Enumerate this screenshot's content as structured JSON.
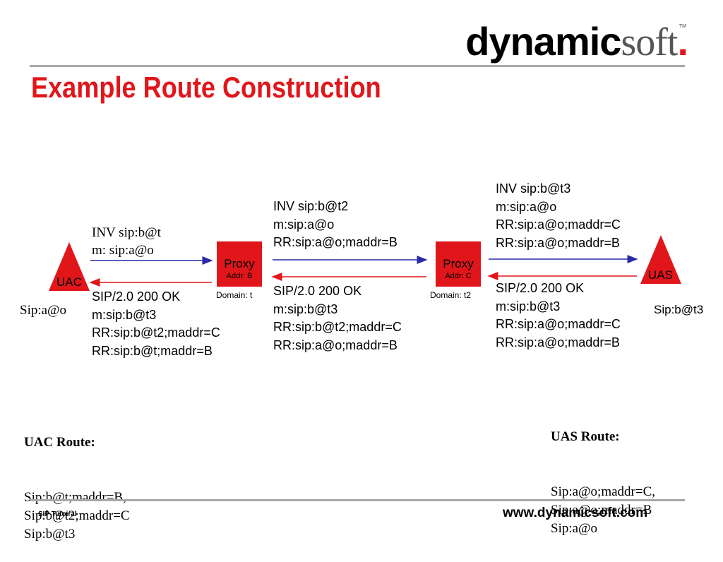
{
  "logo": {
    "bold": "dynamic",
    "soft": "soft",
    "dot": ".",
    "tm": "TM"
  },
  "title": "Example Route Construction",
  "nodes": {
    "uac": {
      "label": "UAC",
      "address": "Sip:a@o"
    },
    "proxy1": {
      "label": "Proxy",
      "addr": "Addr: B",
      "domain": "Domain: t"
    },
    "proxy2": {
      "label": "Proxy",
      "addr": "Addr: C",
      "domain": "Domain: t2"
    },
    "uas": {
      "label": "UAS",
      "address": "Sip:b@t3"
    }
  },
  "messages": {
    "inv1": "INV sip:b@t\nm: sip:a@o",
    "inv2": "INV sip:b@t2\nm:sip:a@o\nRR:sip:a@o;maddr=B",
    "inv3": "INV sip:b@t3\nm:sip:a@o\nRR:sip:a@o;maddr=C\nRR:sip:a@o;maddr=B",
    "ok3": "SIP/2.0 200 OK\nm:sip:b@t3\nRR:sip:a@o;maddr=C\nRR:sip:a@o;maddr=B",
    "ok2": "SIP/2.0 200 OK\nm:sip:b@t3\nRR:sip:b@t2;maddr=C\nRR:sip:a@o;maddr=B",
    "ok1": "SIP/2.0 200 OK\nm:sip:b@t3\nRR:sip:b@t2;maddr=C\nRR:sip:b@t;maddr=B"
  },
  "routes": {
    "uac": {
      "heading": "UAC Route:",
      "lines": "Sip:b@t;maddr=B,\nSip:b@t2;maddr=C\nSip:b@t3"
    },
    "uas": {
      "heading": "UAS Route:",
      "lines": "Sip:a@o;maddr=C,\nSip:a@o;maddr=B\nSip:a@o"
    }
  },
  "colors": {
    "accent_red": "#e0161b",
    "request_arrow": "#2a2aa8",
    "response_arrow": "#e0161b"
  },
  "footer": {
    "left": "SIP Tutoiral",
    "right": "www.dynamicsoft.com"
  }
}
